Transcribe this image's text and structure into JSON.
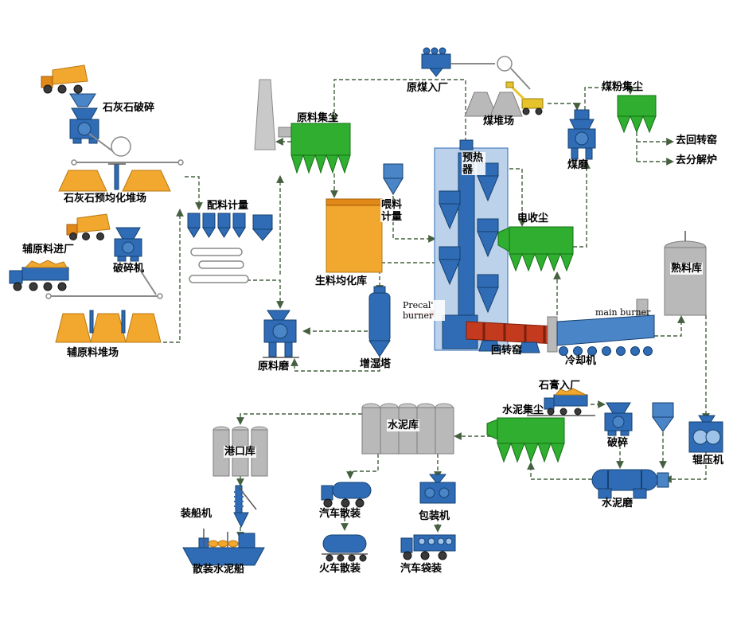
{
  "labels": {
    "limestone_crushing": "石灰石破碎",
    "limestone_preblending_yard": "石灰石预均化堆场",
    "aux_material_inbound": "辅原料进厂",
    "aux_crusher": "破碎机",
    "aux_material_yard": "辅原料堆场",
    "batching_metering": "配料计量",
    "raw_material_dust_collector": "原料集尘",
    "raw_meal_homogenizing_silo": "生料均化库",
    "feed_metering": "喂料计量",
    "preheater": "预热器",
    "raw_mill": "原料磨",
    "conditioning_tower": "增湿塔",
    "precalciner_burner": "Precal' burner",
    "rotary_kiln": "回转窑",
    "main_burner": "main burner",
    "clinker_cooler": "冷却机",
    "electrostatic_precipitator": "电收尘",
    "clinker_silo": "熟料库",
    "raw_coal_inbound": "原煤入厂",
    "coal_yard": "煤堆场",
    "coal_dust_collector": "煤粉集尘",
    "coal_mill": "煤磨",
    "to_rotary_kiln": "去回转窑",
    "to_calciner": "去分解炉",
    "port_silo": "港口库",
    "ship_loader": "装船机",
    "bulk_cement_ship": "散装水泥船",
    "cement_silo": "水泥库",
    "truck_bulk_loading": "汽车散装",
    "train_bulk_loading": "火车散装",
    "packing_machine": "包装机",
    "truck_bag_loading": "汽车袋装",
    "cement_dust_collector": "水泥集尘",
    "gypsum_inbound": "石膏入厂",
    "gypsum_crusher": "破碎",
    "roller_press": "辊压机",
    "cement_mill": "水泥磨"
  },
  "colors": {
    "equipment_blue": "#2f6cb5",
    "dust_collector_green": "#2fae2f",
    "silo_gray": "#b9b9b9",
    "material_orange": "#f2a72e",
    "kiln_red": "#c43a1e",
    "flow_line_green": "#44603f"
  }
}
